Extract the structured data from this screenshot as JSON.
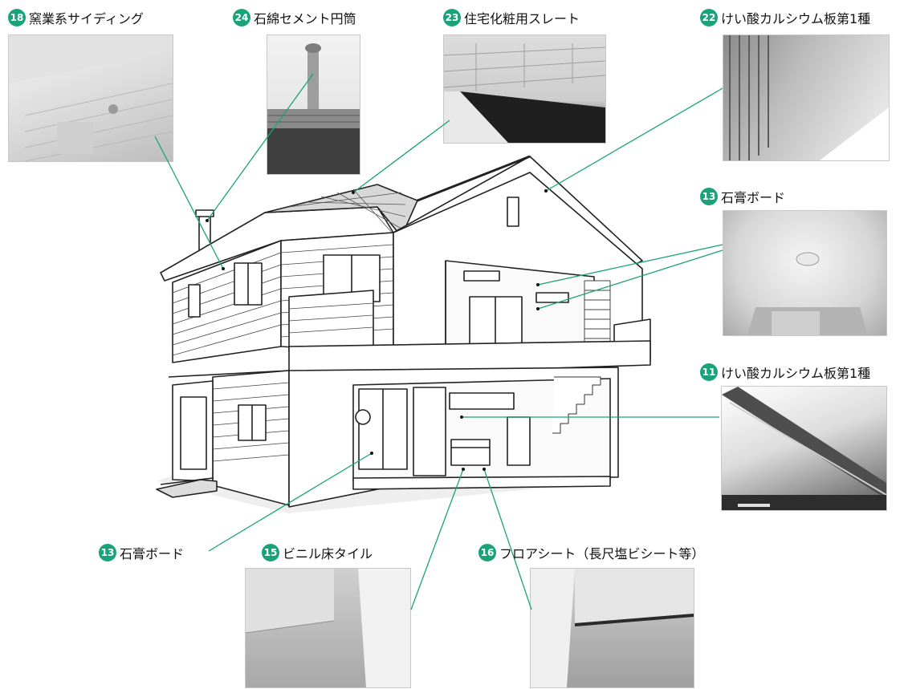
{
  "accent_color": "#1aa37a",
  "labels": [
    {
      "id": "l18",
      "number": "18",
      "text": "窯業系サイディング"
    },
    {
      "id": "l24",
      "number": "24",
      "text": "石綿セメント円筒"
    },
    {
      "id": "l23",
      "number": "23",
      "text": "住宅化粧用スレート"
    },
    {
      "id": "l22",
      "number": "22",
      "text": "けい酸カルシウム板第1種"
    },
    {
      "id": "l13a",
      "number": "13",
      "text": "石膏ボード"
    },
    {
      "id": "l11",
      "number": "11",
      "text": "けい酸カルシウム板第1種"
    },
    {
      "id": "l13b",
      "number": "13",
      "text": "石膏ボード"
    },
    {
      "id": "l15",
      "number": "15",
      "text": "ビニル床タイル"
    },
    {
      "id": "l16",
      "number": "16",
      "text": "フロアシート（長尺塩ビシート等）"
    }
  ]
}
